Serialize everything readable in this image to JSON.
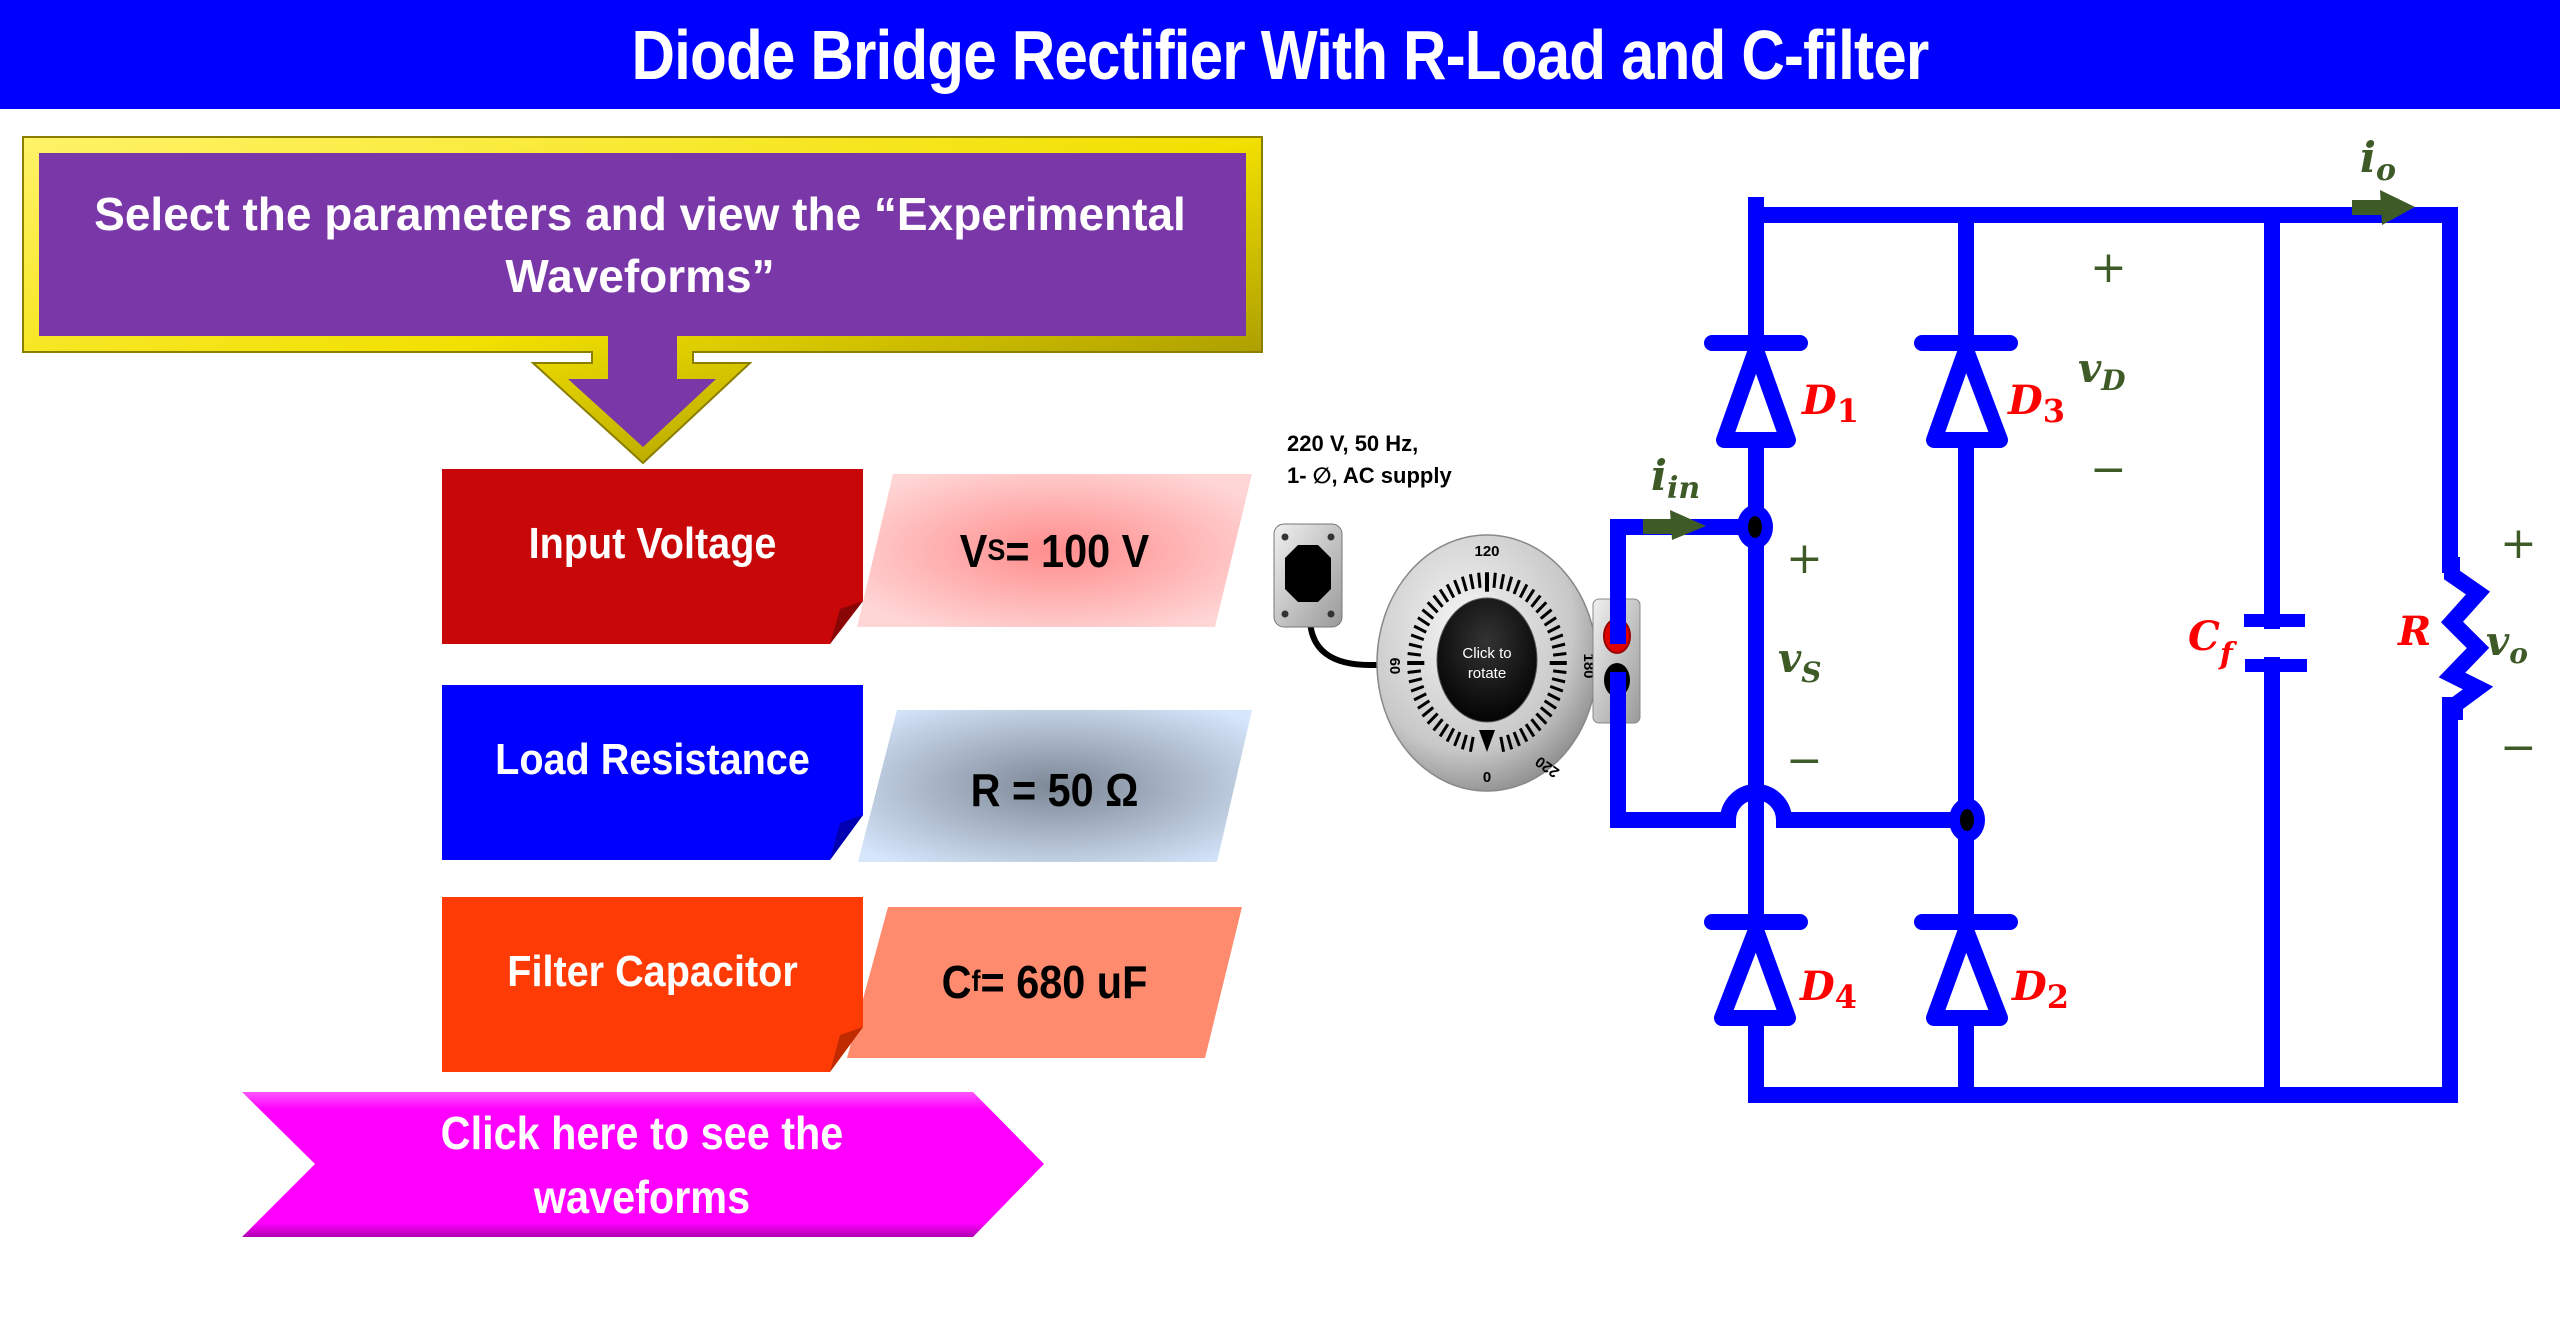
{
  "header": {
    "title": "Diode Bridge Rectifier With R-Load and C-filter"
  },
  "callout": {
    "text": "Select the parameters and view the “Experimental Waveforms”"
  },
  "parameters": [
    {
      "label": "Input Voltage",
      "value_main": "V",
      "value_sub": "S",
      "value_rest": " = 100 V",
      "color": "#c80808"
    },
    {
      "label": "Load Resistance",
      "value_main": "R = 50 Ω",
      "value_sub": "",
      "value_rest": "",
      "color": "#0000ff"
    },
    {
      "label": "Filter Capacitor",
      "value_main": "C",
      "value_sub": "f",
      "value_rest": " = 680 uF",
      "color": "#ff3b05"
    }
  ],
  "waveform_button": {
    "line1": "Click here to see the",
    "line2": "waveforms"
  },
  "supply": {
    "line1": "220 V, 50 Hz,",
    "line2": "1- ∅, AC supply"
  },
  "dial": {
    "knob_line1": "Click to",
    "knob_line2": "rotate",
    "scale_labels": [
      "0",
      "60",
      "120",
      "180",
      "220"
    ]
  },
  "circuit": {
    "diodes": [
      {
        "name": "D",
        "sub": "1"
      },
      {
        "name": "D",
        "sub": "3"
      },
      {
        "name": "D",
        "sub": "4"
      },
      {
        "name": "D",
        "sub": "2"
      }
    ],
    "capacitor": {
      "name": "C",
      "sub": "f"
    },
    "resistor": {
      "name": "R"
    },
    "input_current": {
      "name": "i",
      "sub": "in"
    },
    "output_current": {
      "name": "i",
      "sub": "o"
    },
    "source_voltage": {
      "name": "v",
      "sub": "S"
    },
    "diode_voltage": {
      "name": "v",
      "sub": "D"
    },
    "output_voltage": {
      "name": "v",
      "sub": "o"
    },
    "plus": "+",
    "minus": "−"
  },
  "colors": {
    "header": "#0000ff",
    "callout_fill": "#7a37a8",
    "callout_border": "#f5e400",
    "wire": "#0000ff",
    "component_label": "#ff0000",
    "quantity_label": "#3d5a27",
    "button": "#ff00ff"
  }
}
